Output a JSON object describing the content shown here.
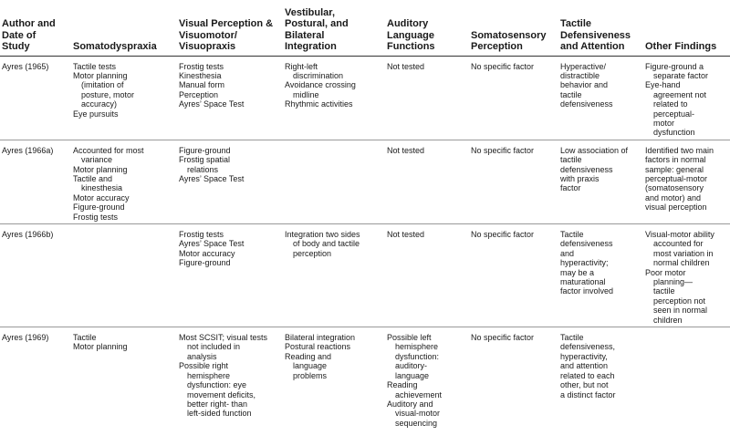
{
  "headers": [
    [
      "Author and",
      "Date of",
      "Study"
    ],
    [
      "Somatodyspraxia"
    ],
    [
      "Visual Perception &",
      "Visuomotor/",
      "Visuopraxis"
    ],
    [
      "Vestibular,",
      "Postural, and",
      "Bilateral",
      "Integration"
    ],
    [
      "Auditory",
      "Language",
      "Functions"
    ],
    [
      "Somatosensory",
      "Perception"
    ],
    [
      "Tactile",
      "Defensiveness",
      "and Attention"
    ],
    [
      "Other Findings"
    ]
  ],
  "rows": [
    {
      "height": 84,
      "cells": [
        [
          "Ayres (1965)"
        ],
        [
          "Tactile tests",
          "Motor planning",
          "   (imitation of",
          "   posture, motor",
          "   accuracy)",
          "Eye pursuits"
        ],
        [
          "Frostig tests",
          "Kinesthesia",
          "Manual form",
          "Perception",
          "Ayres’ Space Test"
        ],
        [
          "Right-left",
          "   discrimination",
          "Avoidance crossing",
          "   midline",
          "Rhythmic activities"
        ],
        [
          "Not tested"
        ],
        [
          "No specific factor"
        ],
        [
          "Hyperactive/",
          "distractible",
          "behavior and",
          "tactile",
          "defensiveness"
        ],
        [
          "Figure-ground a",
          "   separate factor",
          "Eye-hand",
          "   agreement not",
          "   related to",
          "   perceptual-",
          "   motor",
          "   dysfunction"
        ]
      ]
    },
    {
      "height": 85,
      "cells": [
        [
          "Ayres (1966a)"
        ],
        [
          "Accounted for most",
          "   variance",
          "Motor planning",
          "Tactile and",
          "   kinesthesia",
          "Motor accuracy",
          "Figure-ground",
          "Frostig tests"
        ],
        [
          "Figure-ground",
          "Frostig spatial",
          "   relations",
          "Ayres’ Space Test"
        ],
        [],
        [
          "Not tested"
        ],
        [
          "No specific factor"
        ],
        [
          "Low association of",
          "tactile",
          "defensiveness",
          "with praxis",
          "factor"
        ],
        [
          "Identified two main",
          "factors in normal",
          "sample: general",
          "perceptual-motor",
          "(somatosensory",
          "and motor) and",
          "visual perception"
        ]
      ]
    },
    {
      "height": 109,
      "cells": [
        [
          "Ayres (1966b)"
        ],
        [],
        [
          "Frostig tests",
          "Ayres’ Space Test",
          "Motor accuracy",
          "Figure-ground"
        ],
        [
          "Integration two sides",
          "   of body and tactile",
          "   perception"
        ],
        [
          "Not tested"
        ],
        [
          "No specific factor"
        ],
        [
          "Tactile",
          "defensiveness",
          "and",
          "hyperactivity;",
          "may be a",
          "maturational",
          "factor involved"
        ],
        [
          "Visual-motor ability",
          "   accounted for",
          "   most variation in",
          "   normal children",
          "Poor motor",
          "   planning—",
          "   tactile",
          "   perception not",
          "   seen in normal",
          "   children"
        ]
      ]
    },
    {
      "height": 130,
      "cells": [
        [
          "Ayres (1969)"
        ],
        [
          "Tactile",
          "Motor planning"
        ],
        [
          "Most SCSIT; visual tests",
          "   not included in",
          "   analysis",
          "Possible right",
          "   hemisphere",
          "   dysfunction: eye",
          "   movement deficits,",
          "   better right- than",
          "   left-sided function"
        ],
        [
          "Bilateral integration",
          "Postural reactions",
          "Reading and",
          "   language",
          "   problems"
        ],
        [
          "Possible left",
          "   hemisphere",
          "   dysfunction:",
          "   auditory-",
          "   language",
          "Reading",
          "   achievement",
          "Auditory and",
          "   visual-motor",
          "   sequencing"
        ],
        [
          "No specific factor"
        ],
        [
          "Tactile",
          "defensiveness,",
          "hyperactivity,",
          "and attention",
          "related to each",
          "other, but not",
          "a distinct factor"
        ],
        []
      ]
    }
  ]
}
